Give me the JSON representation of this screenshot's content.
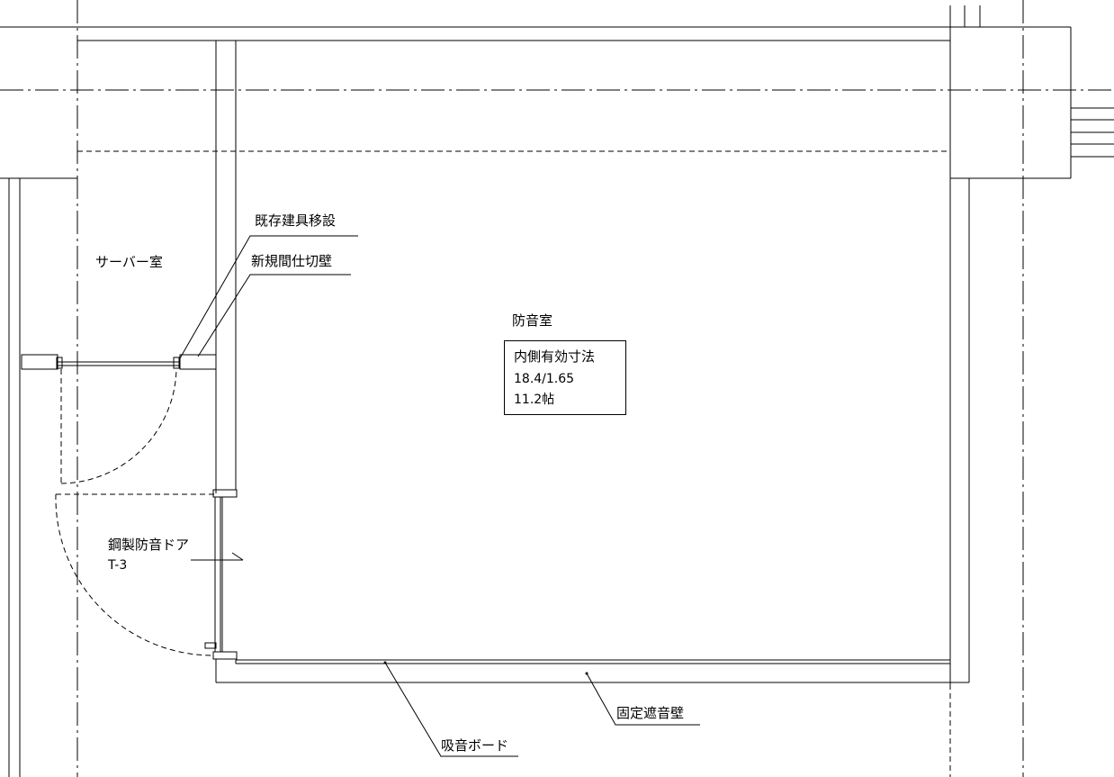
{
  "rooms": {
    "server_room": "サーバー室",
    "soundproof_room": "防音室"
  },
  "info_box": {
    "line1": "内側有効寸法",
    "line2": "18.4/1.65",
    "line3": "11.2帖"
  },
  "callouts": {
    "existing_fixture": "既存建具移設",
    "new_partition": "新規間仕切壁",
    "steel_door_name": "鋼製防音ドア",
    "steel_door_code": "T-3",
    "sound_absorbing_board": "吸音ボード",
    "fixed_soundproof_wall": "固定遮音壁"
  },
  "colors": {
    "line": "#000000",
    "background": "#ffffff"
  }
}
